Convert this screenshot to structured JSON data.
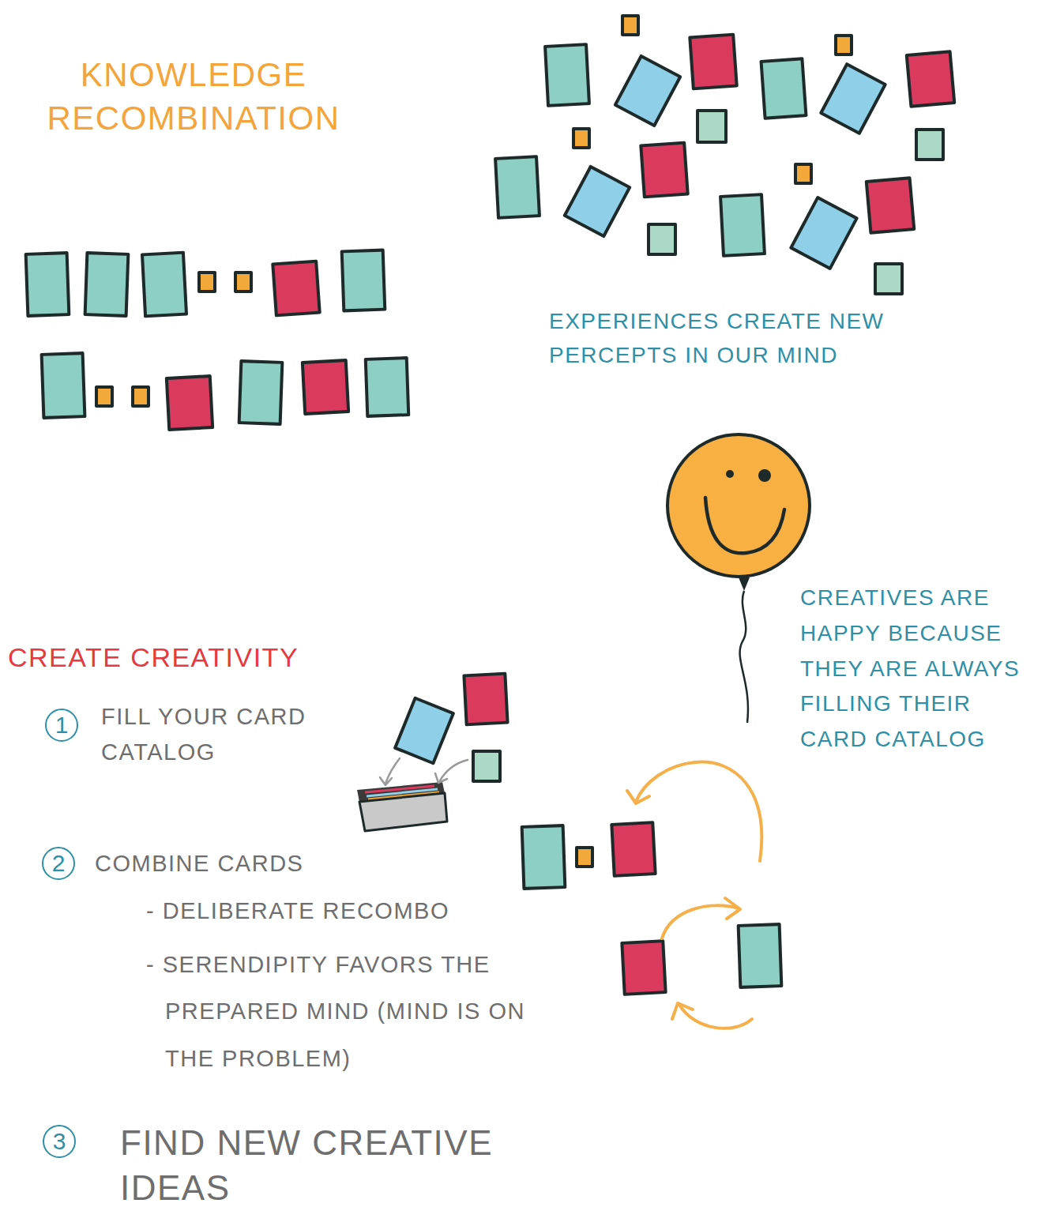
{
  "diagram": {
    "title": "KNOWLEDGE RECOMBINATION",
    "nodes": [
      {
        "text": [
          "1"
        ]
      },
      {
        "text": [
          "2"
        ]
      },
      {
        "text": [
          "3"
        ]
      }
    ],
    "labels": [
      "EXPERIENCES CREATE NEW PERCEPTS IN OUR MIND",
      "CREATIVES ARE HAPPY BECAUSE THEY ARE ALWAYS FILLING THEIR CARD CATALOG",
      "CREATE CREATIVITY",
      "FILL YOUR CARD CATALOG",
      "COMBINE CARDS",
      "- DELIBERATE RECOMBO",
      "- SERENDIPITY FAVORS THE PREPARED MIND (MIND IS ON THE PROBLEM)",
      "FIND NEW CREATIVE IDEAS"
    ]
  }
}
